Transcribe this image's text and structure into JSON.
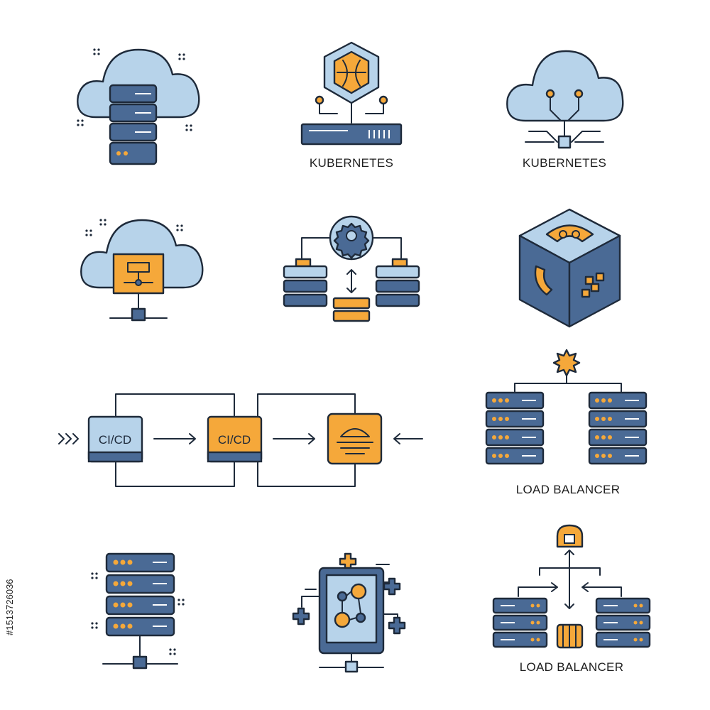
{
  "labels": {
    "kubernetes_1": "KUBERNETES",
    "kubernetes_2": "KUBERNETES",
    "load_balancer_1": "LOAD BALANCER",
    "load_balancer_2": "LOAD BALANCER",
    "cicd_1": "CI/CD",
    "cicd_2": "CI/CD"
  },
  "stock_id": "#1513726036",
  "icons": [
    "cloud-server-icon",
    "kubernetes-hexagon-icon",
    "kubernetes-cloud-icon",
    "cloud-network-icon",
    "container-sync-icon",
    "isometric-cube-icon",
    "cicd-pipeline-icon",
    "load-balancer-icon",
    "server-rack-icon",
    "tablet-network-icon",
    "load-balancer-routing-icon"
  ],
  "colors": {
    "navy": "#4a6a95",
    "light_blue": "#b7d3ea",
    "orange": "#f5a83a",
    "outline": "#1e2a3a"
  }
}
